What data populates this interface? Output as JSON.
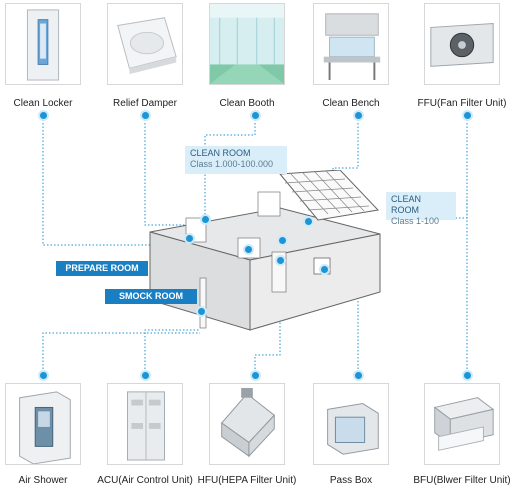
{
  "top_components": [
    {
      "label": "Clean Locker",
      "icon": "clean-locker-image"
    },
    {
      "label": "Relief Damper",
      "icon": "relief-damper-image"
    },
    {
      "label": "Clean Booth",
      "icon": "clean-booth-image"
    },
    {
      "label": "Clean Bench",
      "icon": "clean-bench-image"
    },
    {
      "label": "FFU(Fan Filter Unit)",
      "icon": "ffu-image"
    }
  ],
  "bottom_components": [
    {
      "label": "Air Shower",
      "icon": "air-shower-image"
    },
    {
      "label": "ACU(Air Control Unit)",
      "icon": "acu-image"
    },
    {
      "label": "HFU(HEPA Filter Unit)",
      "icon": "hfu-image"
    },
    {
      "label": "Pass Box",
      "icon": "pass-box-image"
    },
    {
      "label": "BFU(Blwer Filter Unit)",
      "icon": "bfu-image"
    }
  ],
  "callouts": {
    "clean_room_main": {
      "title": "CLEAN ROOM",
      "class": "Class 1.000-100.000"
    },
    "clean_room_right": {
      "title": "CLEAN ROOM",
      "class": "Class 1-100"
    },
    "prepare_room": "PREPARE ROOM",
    "smock_room": "SMOCK ROOM"
  },
  "colors": {
    "accent": "#1b95d6",
    "tag_bg": "#1a7fc2",
    "callout_bg": "#d9eef9"
  }
}
